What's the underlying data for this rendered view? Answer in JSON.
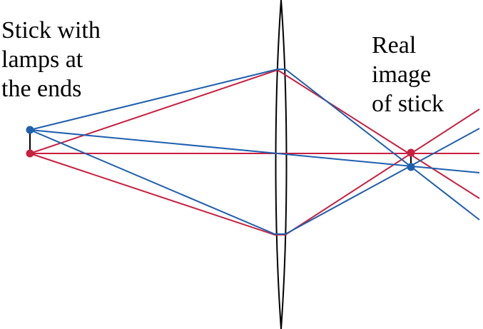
{
  "labels": {
    "object": [
      "Stick with",
      "lamps at",
      "the ends"
    ],
    "image": [
      "Real",
      "image",
      "of stick"
    ]
  },
  "colors": {
    "blue_ray": "#1f5fae",
    "red_ray": "#c8203f",
    "lens": "#000000",
    "stick": "#000000"
  }
}
